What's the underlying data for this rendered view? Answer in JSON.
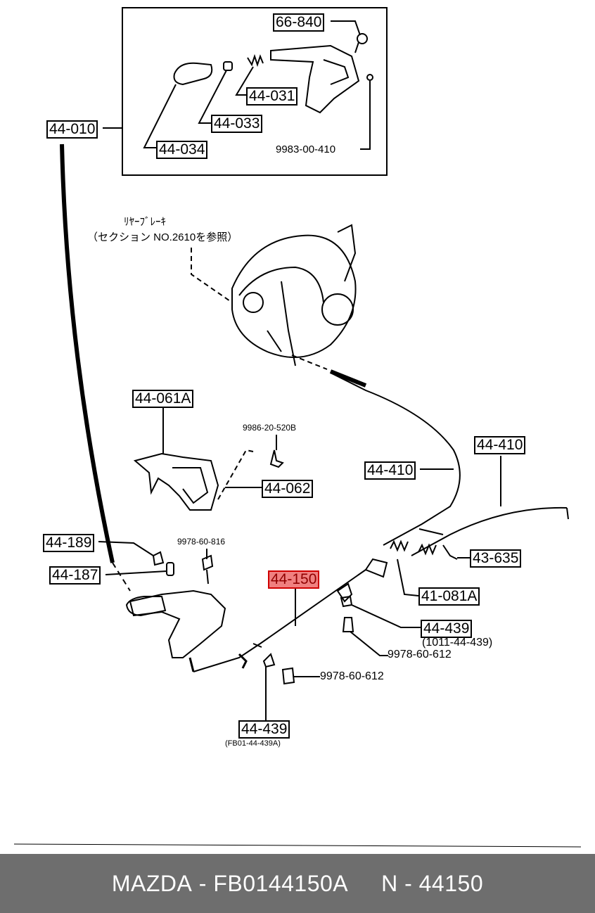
{
  "labels": {
    "l_66_840": "66-840",
    "l_44_031": "44-031",
    "l_44_033": "44-033",
    "l_44_034": "44-034",
    "l_44_010": "44-010",
    "l_9983": "9983-00-410",
    "l_rear_brake_1": "ﾘﾔｰﾌﾞﾚｰｷ",
    "l_rear_brake_2": "（セクション NO.2610を参照）",
    "l_44_061A": "44-061A",
    "l_9986": "9986-20-520B",
    "l_44_062": "44-062",
    "l_44_410_a": "44-410",
    "l_44_410_b": "44-410",
    "l_44_189": "44-189",
    "l_9978_816": "9978-60-816",
    "l_44_187": "44-187",
    "l_43_635": "43-635",
    "l_44_150": "44-150",
    "l_41_081A": "41-081A",
    "l_44_439_a": "44-439",
    "l_1011": "(1011-44-439)",
    "l_9978_612_a": "9978-60-612",
    "l_9978_612_b": "9978-60-612",
    "l_44_439_b": "44-439",
    "l_fb01": "(FB01-44-439A)"
  },
  "footer": {
    "brand": "MAZDA",
    "part_number": "FB0144150A",
    "code": "N - 44150",
    "separator": " - "
  },
  "colors": {
    "highlight": "#f08080",
    "footer_bg": "#6e6e6e"
  }
}
